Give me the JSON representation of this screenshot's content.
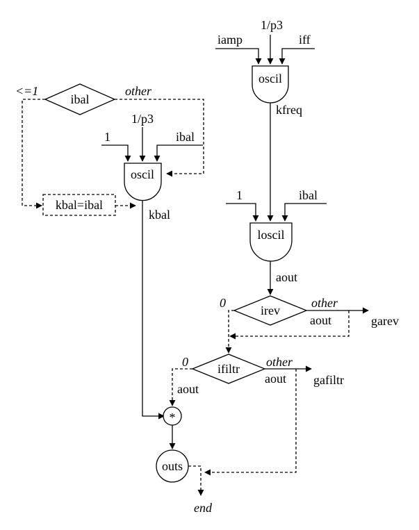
{
  "left": {
    "decision": "ibal",
    "branch_le1": "<=1",
    "branch_other": "other",
    "assign": "kbal=ibal",
    "osc_in1": "1",
    "osc_in2": "1/p3",
    "osc_in3": "ibal",
    "osc": "oscil",
    "osc_out": "kbal"
  },
  "right": {
    "osc1_in1": "iamp",
    "osc1_in2": "1/p3",
    "osc1_in3": "iff",
    "osc1": "oscil",
    "osc1_out": "kfreq",
    "losc_in1": "1",
    "losc_in3": "ibal",
    "losc": "loscil",
    "losc_out": "aout"
  },
  "rev": {
    "decision": "irev",
    "zero": "0",
    "other": "other",
    "out": "aout",
    "dest": "garev"
  },
  "filt": {
    "decision": "ifiltr",
    "zero": "0",
    "other": "other",
    "out_left": "aout",
    "out_right": "aout",
    "dest": "gafiltr"
  },
  "bottom": {
    "mult": "*",
    "outs": "outs",
    "end": "end"
  }
}
